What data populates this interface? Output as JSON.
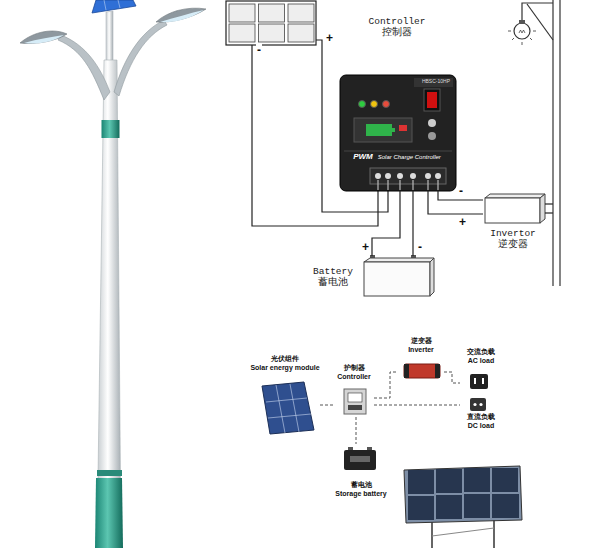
{
  "diagram": {
    "nodes": [
      {
        "text": [
          "Controller 控制器",
          "HBSC-10HP",
          "PWM",
          "Solar Charge Controller"
        ]
      },
      {
        "text": [
          "Invertor 逆变器"
        ]
      },
      {
        "text": [
          "Battery 蓄电池"
        ]
      },
      {
        "text": [
          "光伏组件",
          "Solar energy module"
        ]
      },
      {
        "text": [
          "护制器",
          "Controller"
        ]
      },
      {
        "text": [
          "逆变器",
          "Inverter"
        ]
      },
      {
        "text": [
          "交流负载",
          "AC load"
        ]
      },
      {
        "text": [
          "直流负载",
          "DC load"
        ]
      },
      {
        "text": [
          "蓄电池",
          "Storage battery"
        ]
      }
    ],
    "edges": [
      {
        "from": 0,
        "to": 2,
        "arrow": "none",
        "label": "+"
      },
      {
        "from": 0,
        "to": 2,
        "arrow": "none",
        "label": "-"
      },
      {
        "from": 0,
        "to": 1,
        "arrow": "none",
        "label": "-"
      },
      {
        "from": 0,
        "to": 1,
        "arrow": "none",
        "label": "+"
      },
      {
        "from": 3,
        "to": 4,
        "arrow": "none"
      },
      {
        "from": 4,
        "to": 5,
        "arrow": "none"
      },
      {
        "from": 5,
        "to": 6,
        "arrow": "none"
      },
      {
        "from": 4,
        "to": 7,
        "arrow": "none"
      },
      {
        "from": 4,
        "to": 8,
        "arrow": "none"
      }
    ],
    "labels": [
      "-",
      "+"
    ]
  }
}
